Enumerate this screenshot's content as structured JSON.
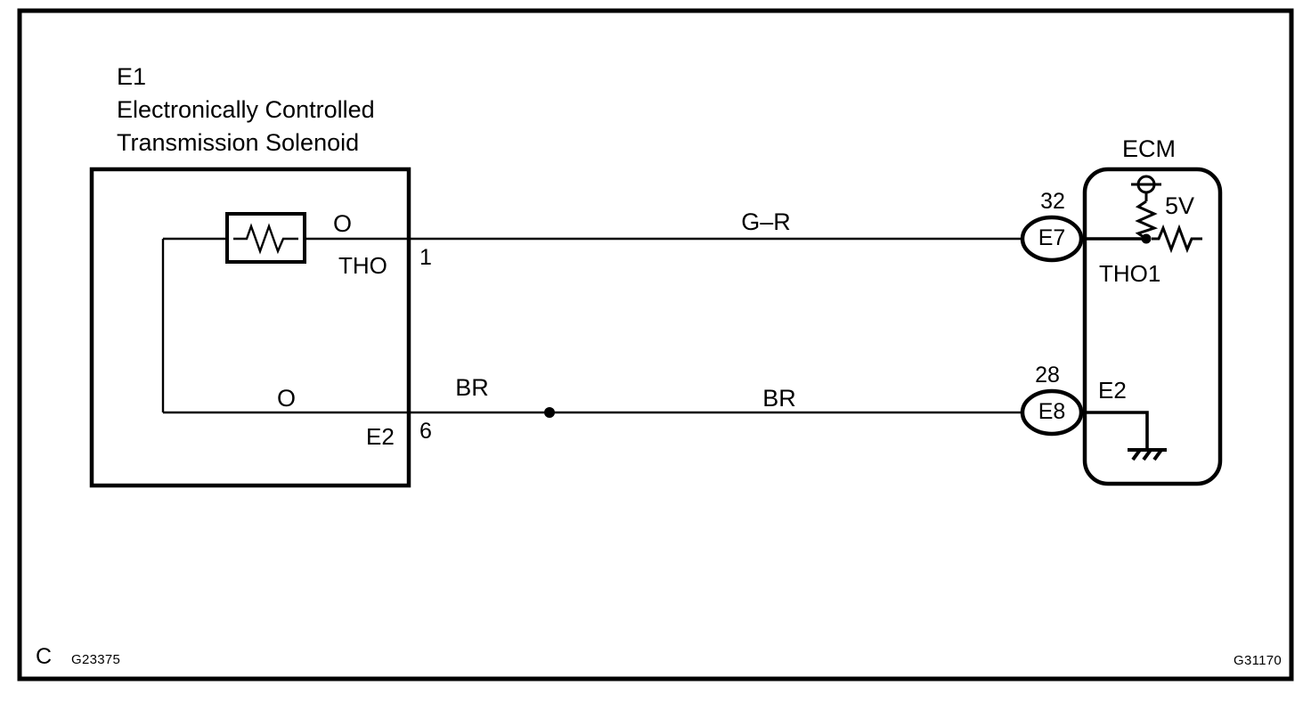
{
  "diagram": {
    "type": "automotive-wiring-diagram",
    "figure_code_bottom_left": "G23375",
    "figure_code_bottom_right": "G31170",
    "corner_mark": "C",
    "components": {
      "solenoid": {
        "id": "E1",
        "name_line1": "Electronically Controlled",
        "name_line2": "Transmission Solenoid",
        "internal_element": "thermistor",
        "terminals": [
          {
            "signal": "THO",
            "wire_color_code": "O",
            "pin": "1"
          },
          {
            "signal": "E2",
            "wire_color_code": "O",
            "pin": "6"
          }
        ]
      },
      "ecm": {
        "label": "ECM",
        "supply_label": "5V",
        "terminals": [
          {
            "signal": "THO1",
            "pin": "32",
            "connector": "E7"
          },
          {
            "signal": "E2",
            "pin": "28",
            "connector": "E8"
          }
        ],
        "ground_symbol": "chassis-ground"
      }
    },
    "wires": [
      {
        "name": "signal-wire",
        "color_code": "G–R",
        "from": "E1-1",
        "to": "E7-32"
      },
      {
        "name": "ground-wire-left",
        "color_code": "BR",
        "from": "E1-6",
        "to": "junction"
      },
      {
        "name": "ground-wire-right",
        "color_code": "BR",
        "from": "junction",
        "to": "E8-28"
      }
    ]
  },
  "colors": {
    "ink": "#000000",
    "background": "#ffffff"
  }
}
